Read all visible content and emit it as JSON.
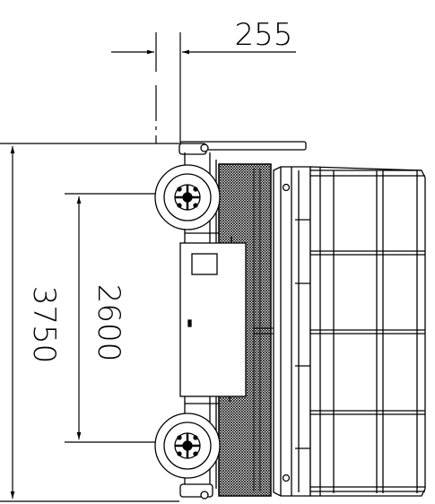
{
  "dimensions": {
    "track_offset": "255",
    "overall_length": "3750",
    "wheelbase": "2600"
  },
  "colors": {
    "line": "#000000",
    "background": "#ffffff"
  }
}
